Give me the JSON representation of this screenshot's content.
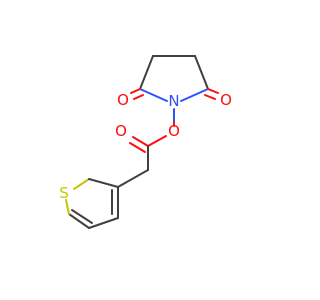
{
  "molecule": {
    "atoms": [
      {
        "id": "O1",
        "symbol": "O",
        "color": "#ff0d0d"
      },
      {
        "id": "O2",
        "symbol": "O",
        "color": "#ff0d0d"
      },
      {
        "id": "N1",
        "symbol": "N",
        "color": "#3050f8"
      },
      {
        "id": "O3",
        "symbol": "O",
        "color": "#ff0d0d"
      },
      {
        "id": "O4",
        "symbol": "O",
        "color": "#ff0d0d"
      },
      {
        "id": "S1",
        "symbol": "S",
        "color": "#c6c600"
      }
    ],
    "bond_color": "#404040"
  }
}
